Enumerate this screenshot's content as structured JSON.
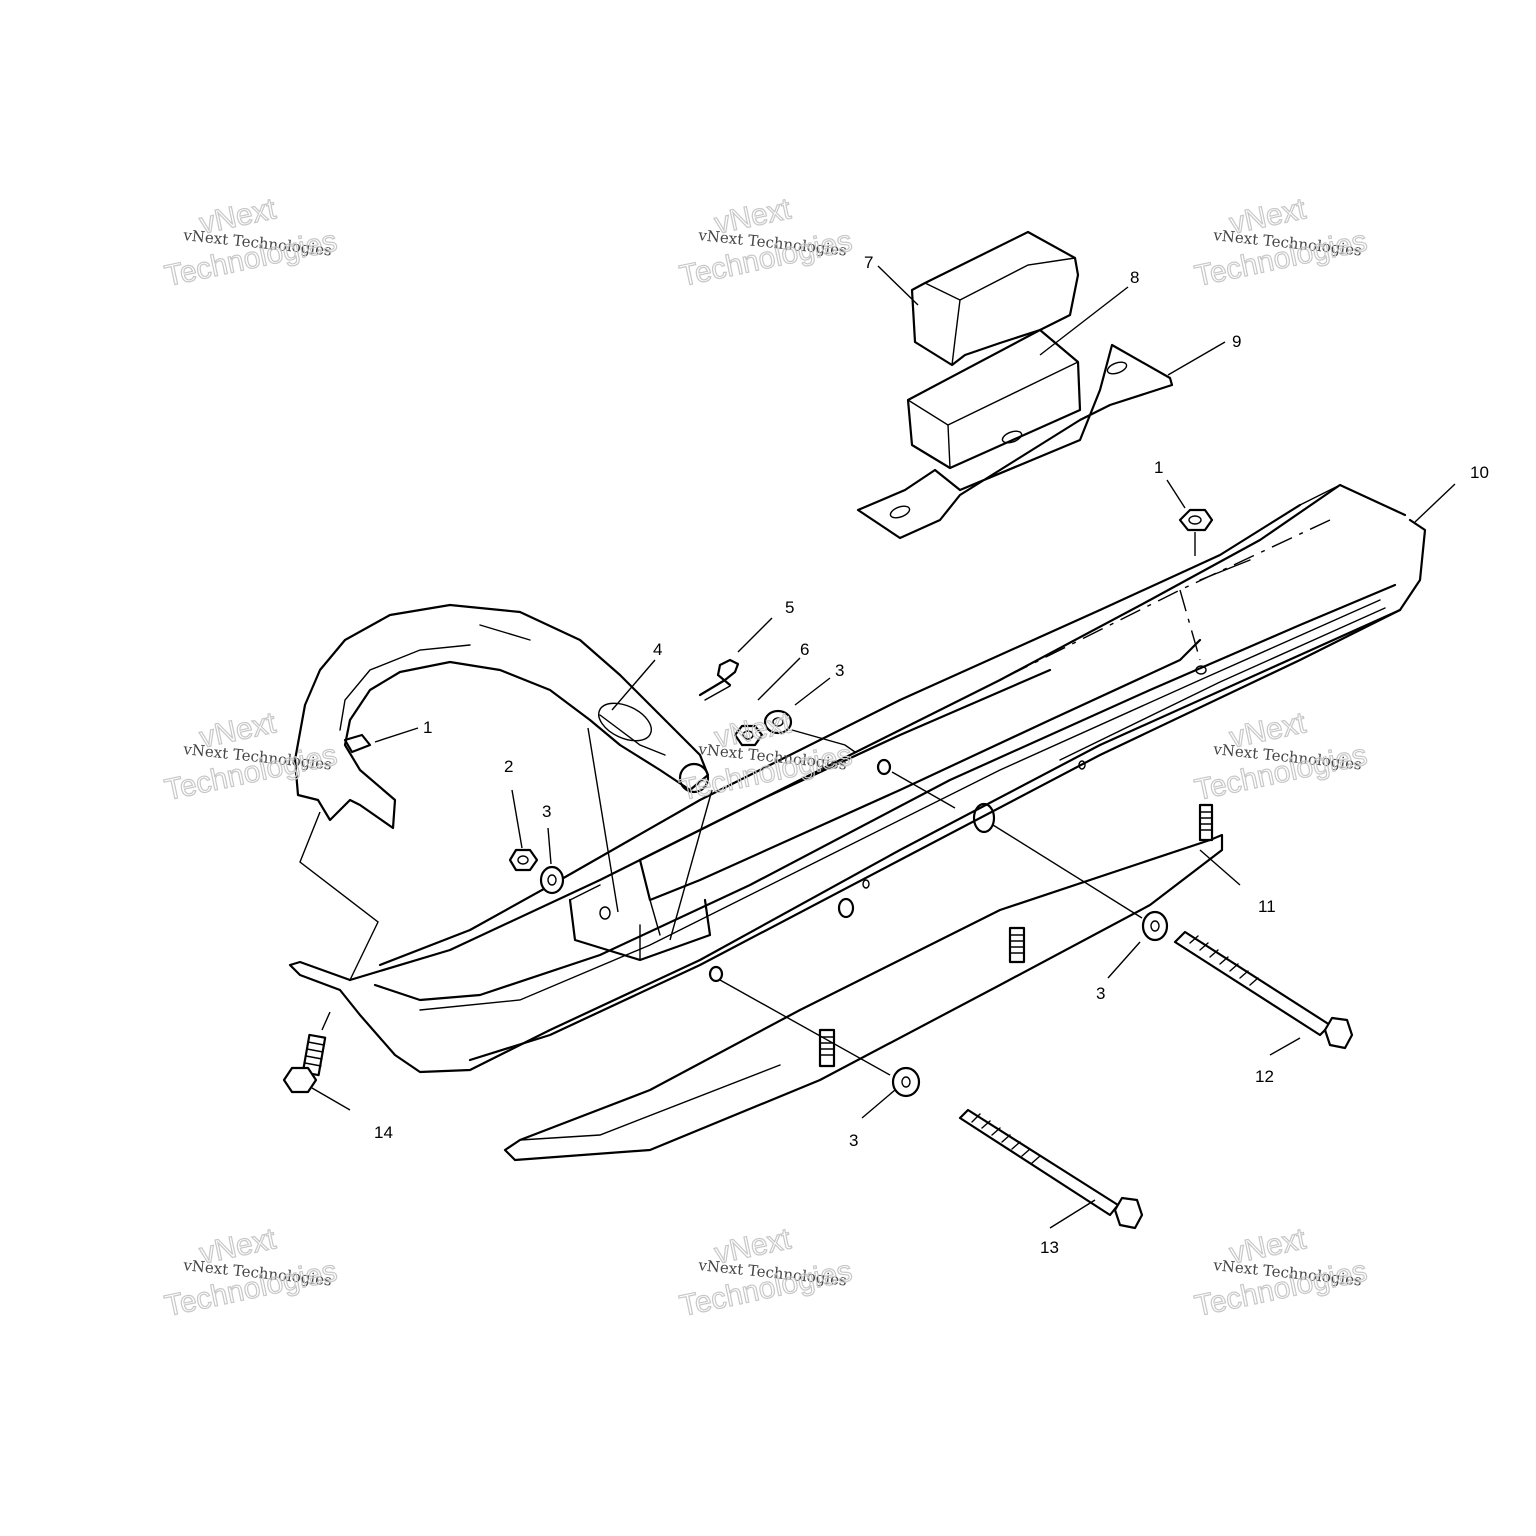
{
  "callouts": [
    {
      "label": "7"
    },
    {
      "label": "8"
    },
    {
      "label": "9"
    },
    {
      "label": "10"
    },
    {
      "label": "1"
    },
    {
      "label": "5"
    },
    {
      "label": "4"
    },
    {
      "label": "6"
    },
    {
      "label": "3"
    },
    {
      "label": "1"
    },
    {
      "label": "2"
    },
    {
      "label": "3"
    },
    {
      "label": "11"
    },
    {
      "label": "3"
    },
    {
      "label": "12"
    },
    {
      "label": "14"
    },
    {
      "label": "3"
    },
    {
      "label": "13"
    }
  ],
  "watermark": {
    "line1": "vNext Technologies",
    "big_line1": "vNext",
    "big_line2": "Technologies"
  }
}
